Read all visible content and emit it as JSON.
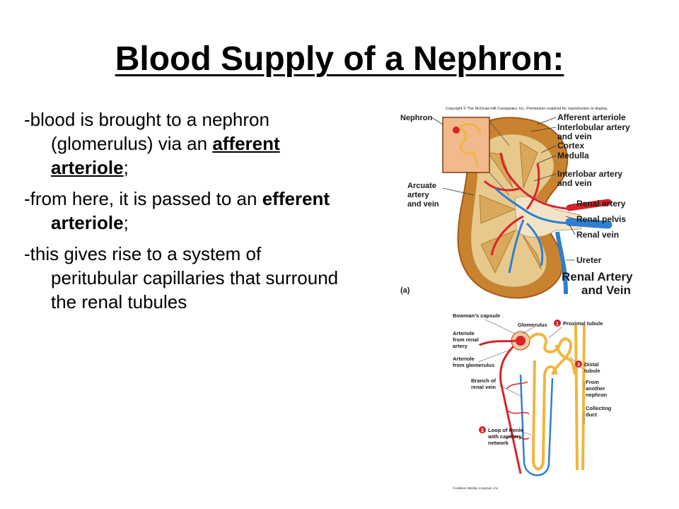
{
  "slide": {
    "title": "Blood Supply of a Nephron:",
    "bullets": [
      {
        "prefix": "-blood is brought to a nephron (glomerulus) via an ",
        "emphasis": "afferent arteriole",
        "suffix": ";"
      },
      {
        "prefix": "-from here, it is passed to an ",
        "emphasis": "efferent arteriole",
        "suffix": ";"
      },
      {
        "text": "-this gives rise to a system of peritubular capillaries that surround the renal tubules"
      }
    ]
  },
  "kidney_figure": {
    "copyright": "Copyright © The McGraw-Hill Companies, Inc. Permission required for reproduction or display.",
    "panel_label": "(a)",
    "nephron_label": "Nephron",
    "left_labels": [
      "Arcuate",
      "artery",
      "and vein"
    ],
    "right_labels": [
      "Afferent arteriole",
      "Interlobular artery",
      "and vein",
      "Cortex",
      "Medulla",
      "Interlobar artery",
      "and vein",
      "Renal artery",
      "Renal pelvis",
      "Renal vein",
      "Ureter"
    ],
    "caption_line1": "Renal Artery",
    "caption_line2": "and Vein"
  },
  "nephron_figure": {
    "labels_left": [
      "Bowman's capsule",
      "Arteriole",
      "from renal",
      "artery",
      "Arteriole",
      "from glomerulus",
      "Branch of",
      "renal vein"
    ],
    "glomerulus": "Glomerulus",
    "numbered": [
      {
        "num": "1",
        "text": "Proximal tubule"
      },
      {
        "num": "3",
        "text": "Distal"
      },
      {
        "num": "2",
        "text": "Loop of Henle"
      }
    ],
    "distal_line2": "tubule",
    "loop_line2": "with capillary",
    "loop_line3": "network",
    "from_another": [
      "From",
      "another",
      "nephron"
    ],
    "collecting": [
      "Collecting",
      "duct"
    ],
    "credit": "©Addison Wesley Longman, Inc."
  },
  "colors": {
    "artery": "#d8242c",
    "vein": "#2f7fd0",
    "cortex": "#c9832e",
    "medulla": "#e8c98c",
    "tubule": "#f0b640",
    "number_badge": "#d21f26"
  }
}
